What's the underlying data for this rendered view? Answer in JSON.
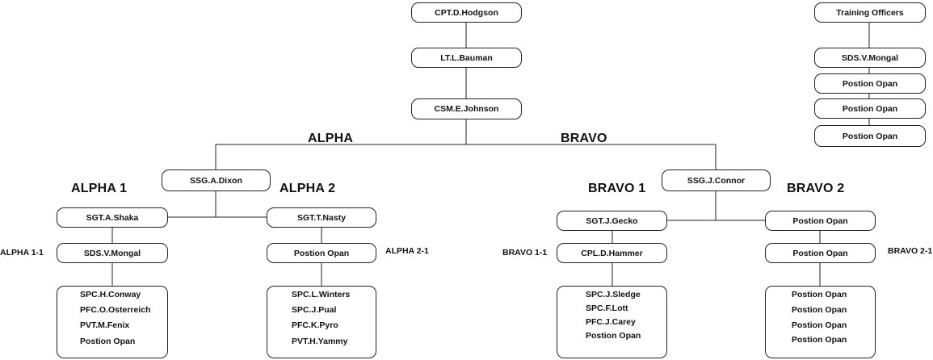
{
  "command": {
    "cpt": "CPT.D.Hodgson",
    "lt": "LT.L.Bauman",
    "csm": "CSM.E.Johnson"
  },
  "training": {
    "header": "Training Officers",
    "members": [
      "SDS.V.Mongal",
      "Postion Opan",
      "Postion Opan",
      "Postion Opan"
    ]
  },
  "alpha": {
    "title": "ALPHA",
    "leader": "SSG.A.Dixon",
    "squad1": {
      "title": "ALPHA 1",
      "leader": "SGT.A.Shaka",
      "team_label": "ALPHA 1-1",
      "team_leader": "SDS.V.Mongal",
      "members": [
        "SPC.H.Conway",
        "PFC.O.Osterreich",
        "PVT.M.Fenix",
        "Postion Opan"
      ]
    },
    "squad2": {
      "title": "ALPHA 2",
      "leader": "SGT.T.Nasty",
      "team_label": "ALPHA 2-1",
      "team_leader": "Postion Opan",
      "members": [
        "SPC.L.Winters",
        "SPC.J.Pual",
        "PFC.K.Pyro",
        "PVT.H.Yammy"
      ]
    }
  },
  "bravo": {
    "title": "BRAVO",
    "leader": "SSG.J.Connor",
    "squad1": {
      "title": "BRAVO 1",
      "leader": "SGT.J.Gecko",
      "team_label": "BRAVO 1-1",
      "team_leader": "CPL.D.Hammer",
      "members": [
        "SPC.J.Sledge",
        "SPC.F.Lott",
        "PFC.J.Carey",
        "Postion Opan"
      ]
    },
    "squad2": {
      "title": "BRAVO 2",
      "leader": "Postion Opan",
      "team_label": "BRAVO 2-1",
      "team_leader": "Postion Opan",
      "members": [
        "Postion Opan",
        "Postion Opan",
        "Postion Opan",
        "Postion Opan"
      ]
    }
  }
}
